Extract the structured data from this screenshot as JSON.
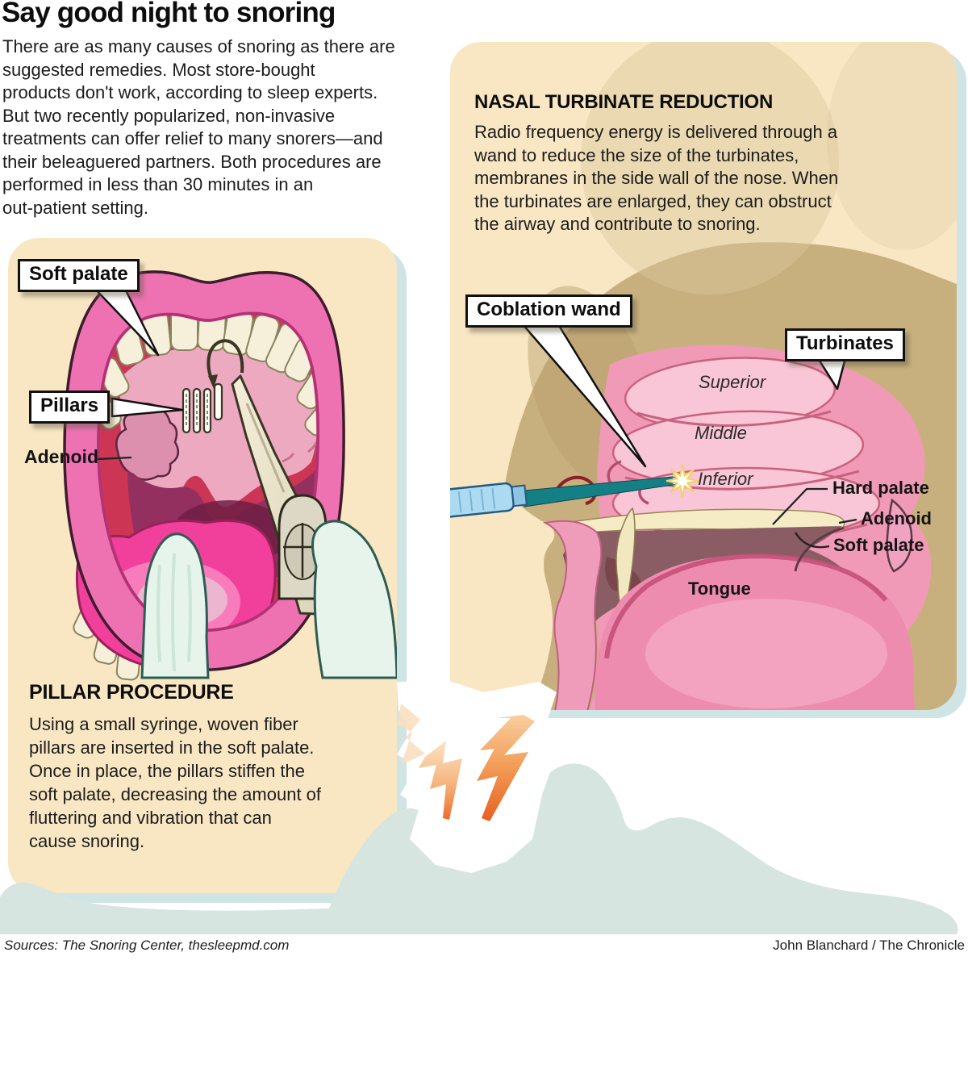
{
  "title": "Say good night to snoring",
  "intro_lines": [
    "There are as many causes of snoring as there are",
    "suggested remedies. Most store-bought",
    "products don't work, according to sleep experts.",
    "But two recently popularized, non-invasive",
    "treatments can offer relief to many snorers—and",
    "their beleaguered partners. Both procedures are",
    "performed in less than 30 minutes in an",
    "out-patient setting."
  ],
  "panels": {
    "pillar": {
      "heading": "PILLAR PROCEDURE",
      "body_lines": [
        "Using a small syringe, woven fiber",
        "pillars are inserted in the soft palate.",
        "Once in place, the pillars stiffen the",
        "soft palate, decreasing the amount of",
        "fluttering and vibration that can",
        "cause snoring."
      ],
      "callouts": {
        "soft_palate": "Soft palate",
        "pillars": "Pillars"
      },
      "labels": {
        "adenoid": "Adenoid"
      }
    },
    "turbinate": {
      "heading": "NASAL TURBINATE REDUCTION",
      "body_lines": [
        "Radio frequency energy is delivered through a",
        "wand to reduce the size of the turbinates,",
        "membranes in the side wall of the nose. When",
        "the turbinates are enlarged, they can obstruct",
        "the airway and contribute to snoring."
      ],
      "callouts": {
        "coblation_wand": "Coblation wand",
        "turbinates": "Turbinates"
      },
      "labels": {
        "superior": "Superior",
        "middle": "Middle",
        "inferior": "Inferior",
        "hard_palate": "Hard palate",
        "adenoid": "Adenoid",
        "soft_palate": "Soft palate",
        "tongue": "Tongue"
      }
    }
  },
  "footer": {
    "sources": "Sources: The Snoring Center, thesleepmd.com",
    "credit": "John Blanchard / The Chronicle"
  },
  "colors": {
    "panel_bg": "#f9e7c4",
    "panel_shadow": "#cfe4e4",
    "sleeper_silhouette": "#d6e5e0",
    "snore_bolt": "#ed6c2c",
    "skin_tan": "#c8b07e",
    "anatomy_pink": "#f19ab8"
  }
}
